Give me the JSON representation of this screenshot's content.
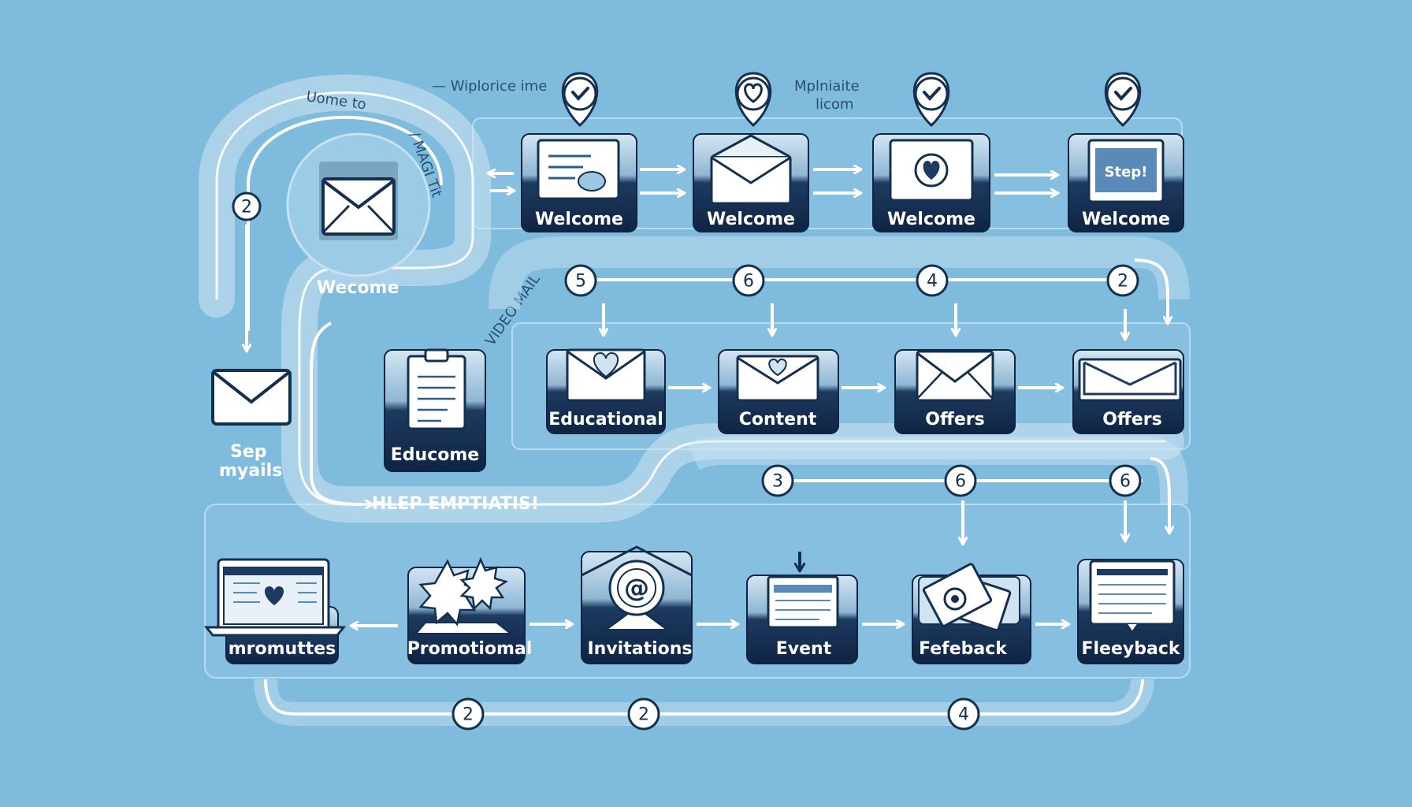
{
  "captions": {
    "top_left": "— Wiplorice ime",
    "top_mid_1": "Mplniaite",
    "top_mid_2": "licom"
  },
  "hub": {
    "arc_text_1": "Uome to",
    "arc_text_2": "/ MAGI Tit",
    "label": "Wecome",
    "badge": "2",
    "left_label_1": "Sep",
    "left_label_2": "myails",
    "side_note": "VIDEO MAIL",
    "emphasis": "HLEP EMPTIATIS!"
  },
  "row1": {
    "nodes": [
      {
        "label": "Welcome",
        "icon": "message-card-icon"
      },
      {
        "label": "Welcome",
        "icon": "envelope-icon"
      },
      {
        "label": "Welcome",
        "icon": "heart-card-icon"
      },
      {
        "label": "Welcome",
        "icon": "step-window-icon",
        "icon_text": "Step!"
      }
    ]
  },
  "row2": {
    "badges": [
      "5",
      "6",
      "4",
      "2"
    ],
    "side_node": {
      "label": "Educome",
      "icon": "clipboard-icon"
    },
    "nodes": [
      {
        "label": "Educational",
        "icon": "heart-envelope-icon"
      },
      {
        "label": "Content",
        "icon": "heart-envelope-icon"
      },
      {
        "label": "Offers",
        "icon": "envelope-icon"
      },
      {
        "label": "Offers",
        "icon": "open-envelope-icon"
      }
    ]
  },
  "row3": {
    "badges": [
      "3",
      "6",
      "6"
    ],
    "nodes": [
      {
        "label": "mromuttes",
        "icon": "laptop-heart-icon"
      },
      {
        "label": "Promotiomal",
        "icon": "burst-icon"
      },
      {
        "label": "Invitations",
        "icon": "at-sign-icon"
      },
      {
        "label": "Event",
        "icon": "window-icon"
      },
      {
        "label": "Fefeback",
        "icon": "card-icon"
      },
      {
        "label": "Fleeyback",
        "icon": "feedback-screen-icon"
      }
    ]
  },
  "bottom_badges": [
    "2",
    "2",
    "4"
  ],
  "colors": {
    "background": "#7fbbdc",
    "node_dark": "#13294a",
    "line": "#ffffff",
    "panel": "#9fcde6",
    "icon_stroke": "#14304f"
  }
}
